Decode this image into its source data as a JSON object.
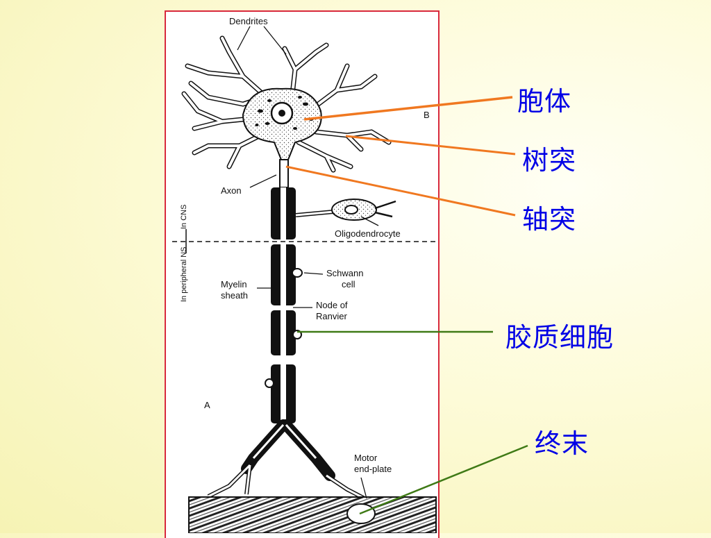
{
  "figure": {
    "labels": {
      "dendrites": "Dendrites",
      "b": "B",
      "axon": "Axon",
      "oligodendrocyte": "Oligodendrocyte",
      "in_cns": "In CNS",
      "in_peripheral_ns": "In peripheral NS",
      "schwann_line1": "Schwann",
      "schwann_line2": "cell",
      "myelin_line1": "Myelin",
      "myelin_line2": "sheath",
      "node_line1": "Node of",
      "node_line2": "Ranvier",
      "a": "A",
      "motor_line1": "Motor",
      "motor_line2": "end-plate"
    }
  },
  "annotations": [
    {
      "text": "胞体",
      "color": "#f07820"
    },
    {
      "text": "树突",
      "color": "#f07820"
    },
    {
      "text": "轴突",
      "color": "#f07820"
    },
    {
      "text": "胶质细胞",
      "color": "#3f7a16"
    },
    {
      "text": "终末",
      "color": "#3f7a16"
    }
  ],
  "colors": {
    "frame": "#d8283c",
    "text_cn": "#0000e6"
  }
}
